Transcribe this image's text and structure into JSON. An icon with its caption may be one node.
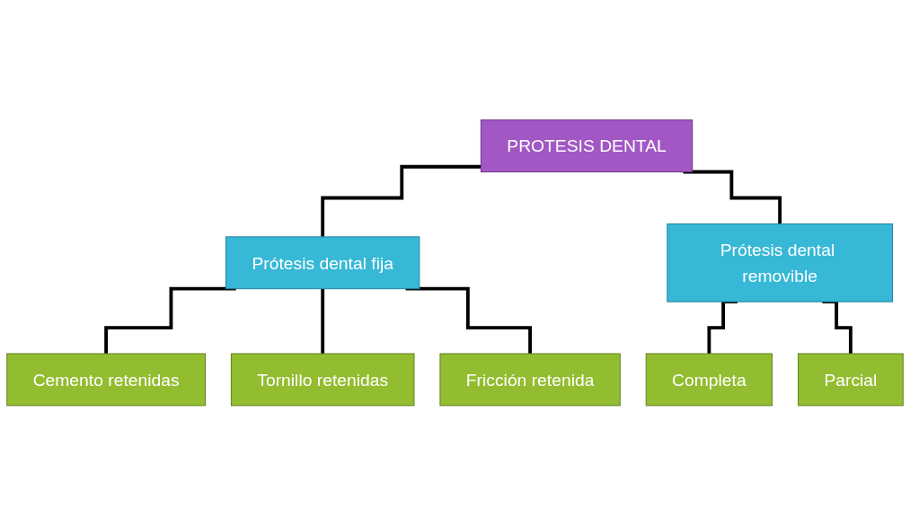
{
  "diagram": {
    "nodes": [
      {
        "text": [
          "PROTESIS DENTAL"
        ]
      },
      {
        "text": [
          "Prótesis dental fija"
        ]
      },
      {
        "text": [
          "Prótesis dental removible"
        ]
      },
      {
        "text": [
          "Cemento retenidas"
        ]
      },
      {
        "text": [
          "Tornillo retenidas"
        ]
      },
      {
        "text": [
          "Fricción retenida"
        ]
      },
      {
        "text": [
          "Completa"
        ]
      },
      {
        "text": [
          "Parcial"
        ]
      }
    ],
    "edges": [
      {
        "from": 0,
        "to": 1,
        "arrow": "none"
      },
      {
        "from": 0,
        "to": 2,
        "arrow": "none"
      },
      {
        "from": 1,
        "to": 3,
        "arrow": "none"
      },
      {
        "from": 1,
        "to": 4,
        "arrow": "none"
      },
      {
        "from": 1,
        "to": 5,
        "arrow": "none"
      },
      {
        "from": 2,
        "to": 6,
        "arrow": "none"
      },
      {
        "from": 2,
        "to": 7,
        "arrow": "none"
      }
    ]
  }
}
